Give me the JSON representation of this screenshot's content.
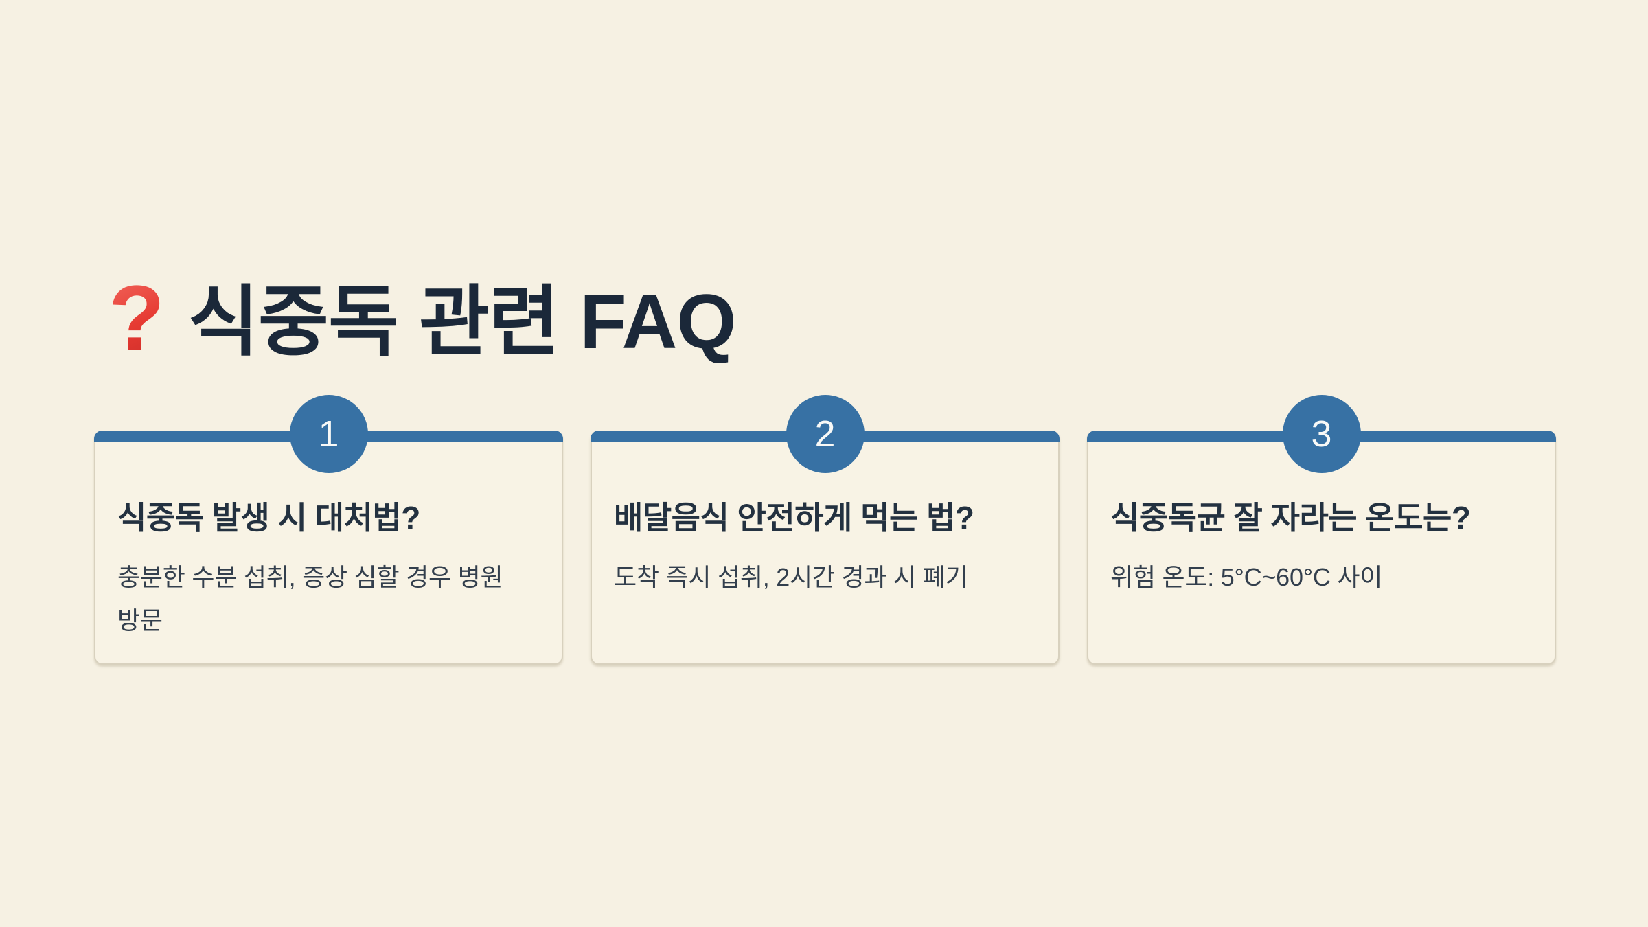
{
  "page": {
    "background_color": "#f6f1e3",
    "accent_blue": "#3771a4",
    "title_color": "#1b2839",
    "question_mark_red": "#e63a32"
  },
  "header": {
    "icon": "red-question-mark",
    "icon_glyph": "?",
    "title": "식중독 관련 FAQ"
  },
  "cards": [
    {
      "number": "1",
      "question": "식중독 발생 시 대처법?",
      "answer": "충분한 수분 섭취, 증상 심할 경우 병원\n방문"
    },
    {
      "number": "2",
      "question": "배달음식 안전하게 먹는 법?",
      "answer": "도착 즉시 섭취, 2시간 경과 시 폐기"
    },
    {
      "number": "3",
      "question": "식중독균 잘 자라는 온도는?",
      "answer": "위험 온도: 5°C~60°C 사이"
    }
  ]
}
